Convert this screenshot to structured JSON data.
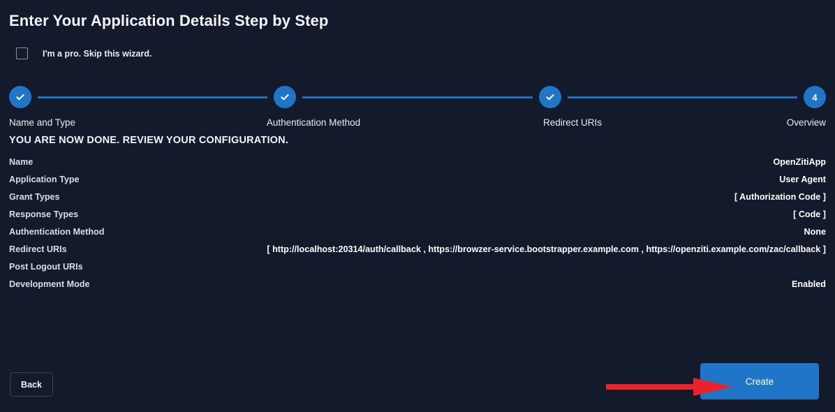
{
  "page": {
    "title": "Enter Your Application Details Step by Step"
  },
  "skip": {
    "label": "I'm a pro. Skip this wizard.",
    "checked": false
  },
  "stepper": {
    "steps": [
      {
        "label": "Name and Type",
        "state": "complete",
        "marker": "check"
      },
      {
        "label": "Authentication Method",
        "state": "complete",
        "marker": "check"
      },
      {
        "label": "Redirect URIs",
        "state": "complete",
        "marker": "check"
      },
      {
        "label": "Overview",
        "state": "current",
        "marker": "4"
      }
    ]
  },
  "summary": {
    "heading": "YOU ARE NOW DONE. REVIEW YOUR CONFIGURATION.",
    "rows": [
      {
        "key": "Name",
        "value": "OpenZitiApp"
      },
      {
        "key": "Application Type",
        "value": "User Agent"
      },
      {
        "key": "Grant Types",
        "value": "[ Authorization Code ]"
      },
      {
        "key": "Response Types",
        "value": "[ Code ]"
      },
      {
        "key": "Authentication Method",
        "value": "None"
      },
      {
        "key": "Redirect URIs",
        "value": "[ http://localhost:20314/auth/callback , https://browzer-service.bootstrapper.example.com , https://openziti.example.com/zac/callback ]"
      },
      {
        "key": "Post Logout URIs",
        "value": ""
      },
      {
        "key": "Development Mode",
        "value": "Enabled"
      }
    ]
  },
  "footer": {
    "back_label": "Back",
    "create_label": "Create"
  },
  "annotation": {
    "arrow": "red-arrow-pointing-right-to-create-button",
    "color": "#e8232a"
  },
  "colors": {
    "background": "#131a2b",
    "accent": "#1f76c8",
    "step_line": "#1f6fc4",
    "annotation_red": "#e8232a",
    "text": "#e8ecf2"
  }
}
